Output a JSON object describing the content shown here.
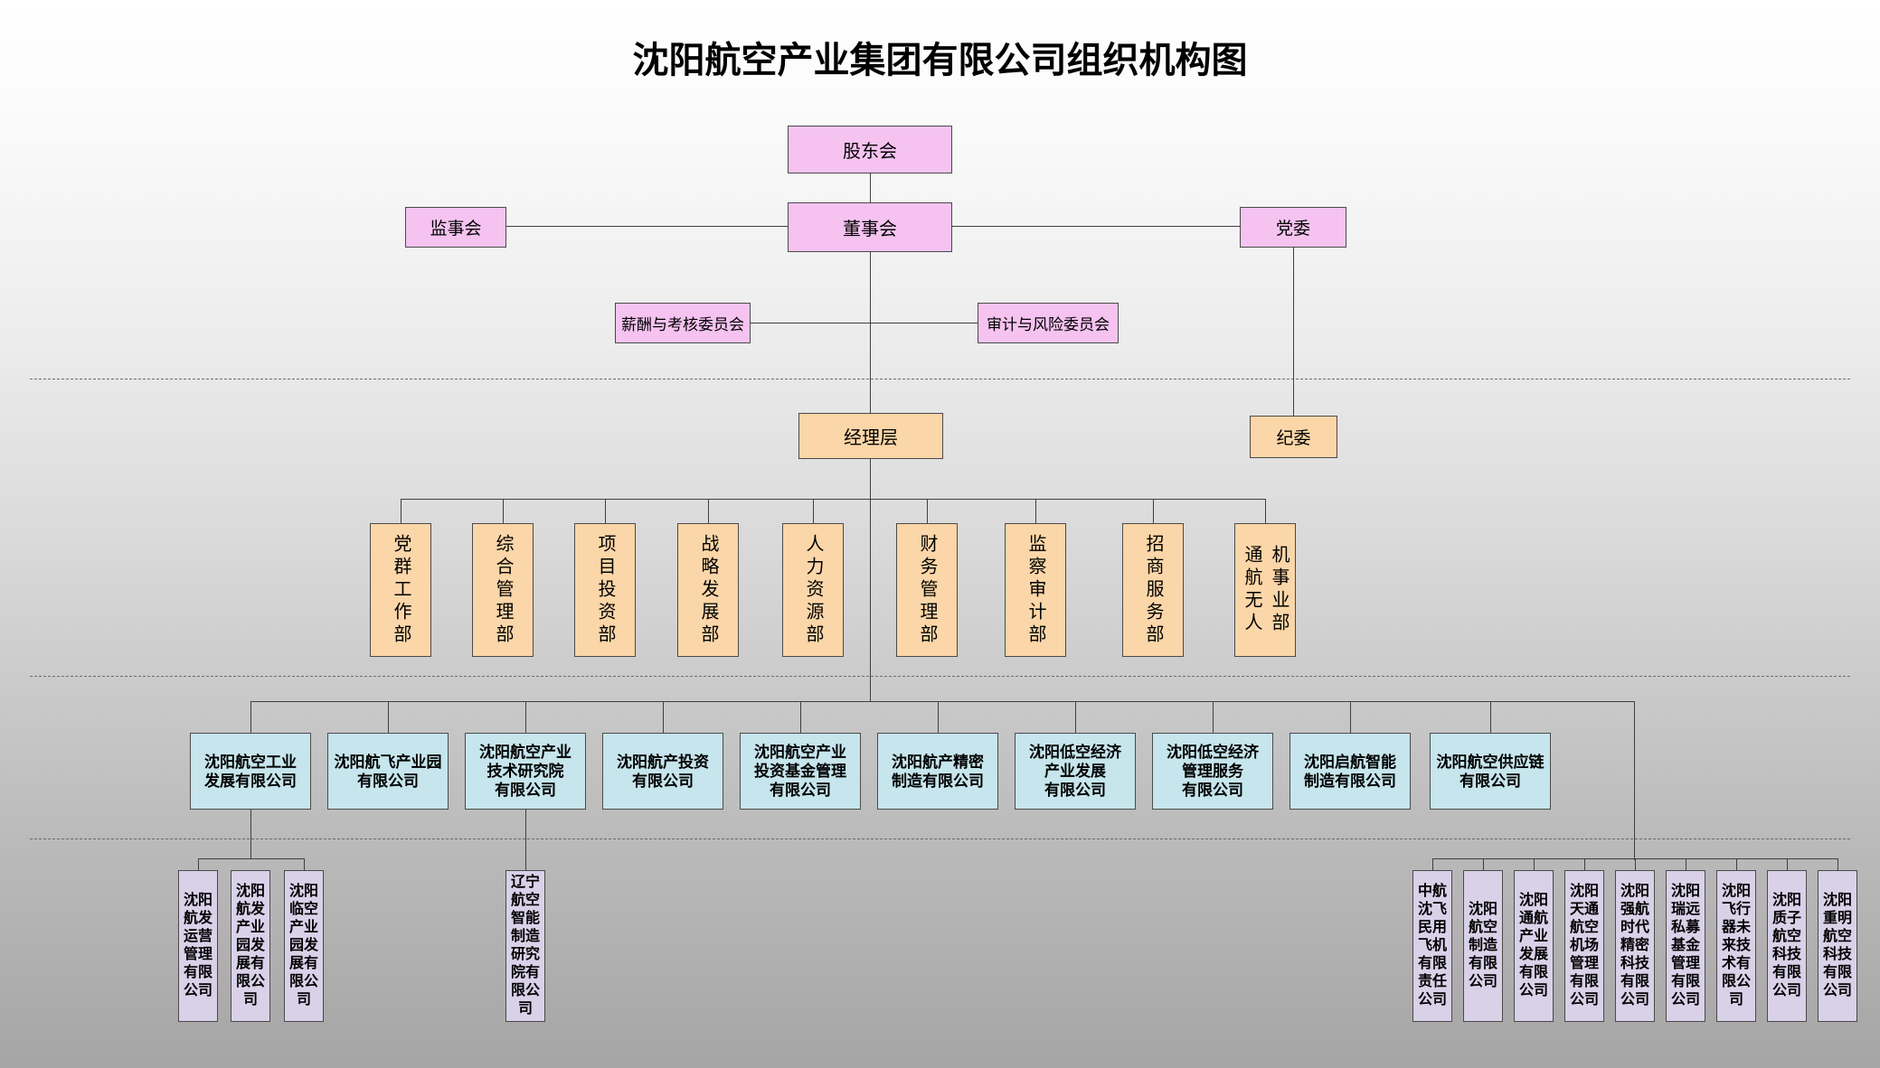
{
  "title": "沈阳航空产业集团有限公司组织机构图",
  "colors": {
    "governance_fill": "#f6c3f1",
    "management_fill": "#fbd6a8",
    "subsidiary_fill": "#c6e5ec",
    "affiliate_fill": "#d8d1e8",
    "line_color": "#3f3f3f",
    "box_border": "#4a4a4a"
  },
  "governance": {
    "shareholders_meeting": "股东会",
    "board_of_directors": "董事会",
    "board_of_supervisors": "监事会",
    "party_committee": "党委",
    "remuneration_committee": "薪酬与考核委员会",
    "audit_risk_committee": "审计与风险委员会",
    "management_level": "经理层",
    "discipline_committee": "纪委"
  },
  "departments": [
    "党群工作部",
    "综合管理部",
    "项目投资部",
    "战略发展部",
    "人力资源部",
    "财务管理部",
    "监察审计部",
    "招商服务部",
    "通航无人\n机事业部"
  ],
  "subsidiaries": [
    "沈阳航空工业\n发展有限公司",
    "沈阳航飞产业园\n有限公司",
    "沈阳航空产业\n技术研究院\n有限公司",
    "沈阳航产投资\n有限公司",
    "沈阳航空产业\n投资基金管理\n有限公司",
    "沈阳航产精密\n制造有限公司",
    "沈阳低空经济\n产业发展\n有限公司",
    "沈阳低空经济\n管理服务\n有限公司",
    "沈阳启航智能\n制造有限公司",
    "沈阳航空供应链\n有限公司"
  ],
  "affiliates_left": [
    "沈阳航发运营管理有限公司",
    "沈阳航发产业园发展有限公司",
    "沈阳临空产业园发展有限公司"
  ],
  "affiliates_middle": [
    "辽宁航空智能制造研究院有限公司"
  ],
  "affiliates_right": [
    "中航沈飞民用飞机有限责任公司",
    "沈阳航空制造有限公司",
    "沈阳通航产业发展有限公司",
    "沈阳天通航空机场管理有限公司",
    "沈阳强航时代精密科技有限公司",
    "沈阳瑞远私募基金管理有限公司",
    "沈阳飞行器未来技术有限公司",
    "沈阳质子航空科技有限公司",
    "沈阳重明航空科技有限公司"
  ]
}
